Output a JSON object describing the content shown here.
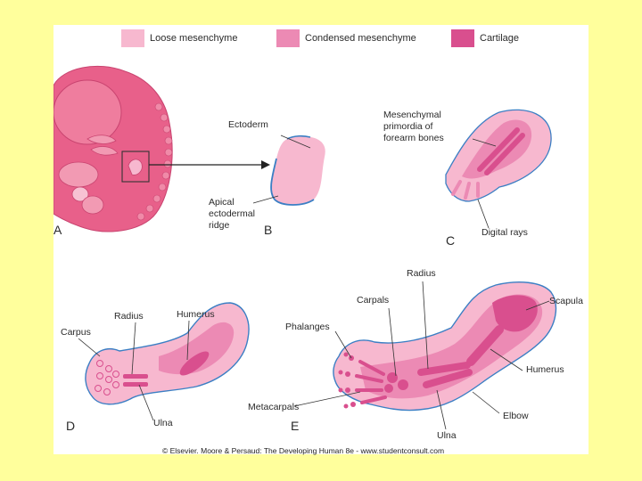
{
  "legend": [
    {
      "label": "Loose mesenchyme",
      "color": "#f7b8cf"
    },
    {
      "label": "Condensed mesenchyme",
      "color": "#ec8ab4"
    },
    {
      "label": "Cartilage",
      "color": "#d94f8e"
    }
  ],
  "colors": {
    "page_background": "#ffff9c",
    "embryo": "#e8608a",
    "outline_blue": "#3b7fc4",
    "loose": "#f7b8cf",
    "condensed": "#ec8ab4",
    "cartilage": "#d94f8e"
  },
  "panels": {
    "a": {
      "letter": "A"
    },
    "b": {
      "letter": "B",
      "ectoderm": "Ectoderm",
      "aer_line1": "Apical",
      "aer_line2": "ectodermal",
      "aer_line3": "ridge"
    },
    "c": {
      "letter": "C",
      "primordia_line1": "Mesenchymal",
      "primordia_line2": "primordia of",
      "primordia_line3": "forearm bones",
      "digital_rays": "Digital rays"
    },
    "d": {
      "letter": "D",
      "carpus": "Carpus",
      "radius": "Radius",
      "humerus": "Humerus",
      "ulna": "Ulna"
    },
    "e": {
      "letter": "E",
      "radius": "Radius",
      "carpals": "Carpals",
      "phalanges": "Phalanges",
      "scapula": "Scapula",
      "humerus": "Humerus",
      "metacarpals": "Metacarpals",
      "elbow": "Elbow",
      "ulna": "Ulna"
    }
  },
  "copyright": "© Elsevier. Moore & Persaud: The Developing Human 8e - www.studentconsult.com"
}
